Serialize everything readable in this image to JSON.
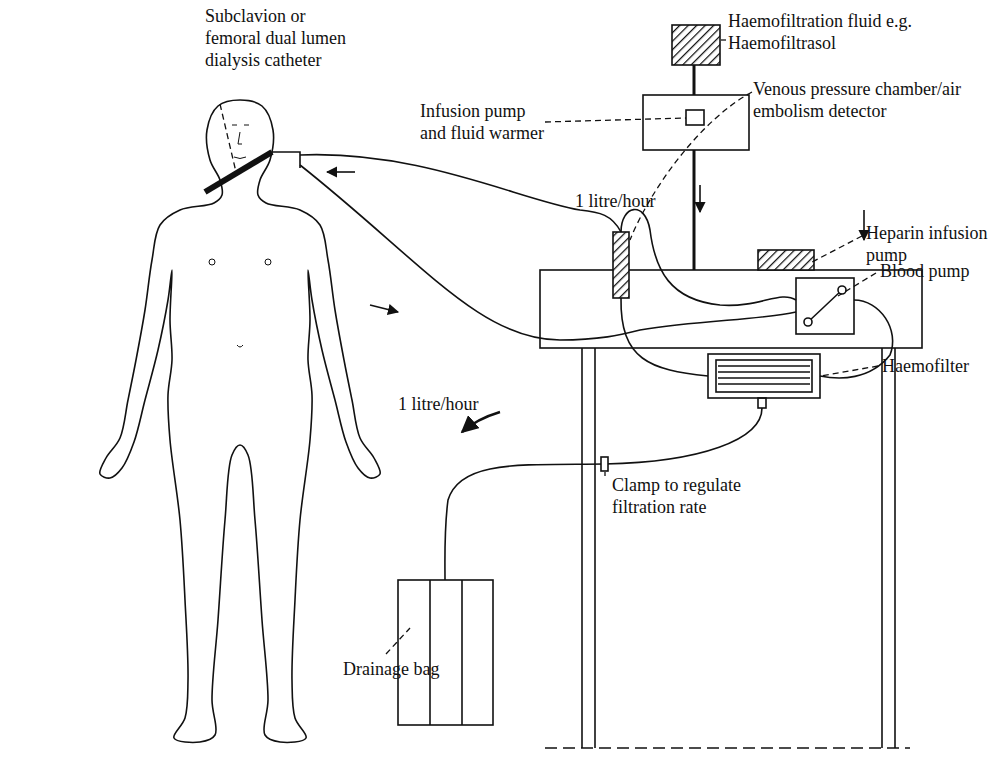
{
  "diagram": {
    "labels": [
      "Subclavion or femoral dual lumen dialysis catheter",
      "Haemofiltration fluid e.g. Haemofiltrasol",
      "Infusion pump and fluid warmer",
      "Venous pressure chamber/air embolism detector",
      "1 litre/hour",
      "Heparin infusion pump",
      "Blood pump",
      "Haemofilter",
      "1 litre/hour",
      "Clamp to regulate filtration rate",
      "Drainage bag"
    ]
  }
}
